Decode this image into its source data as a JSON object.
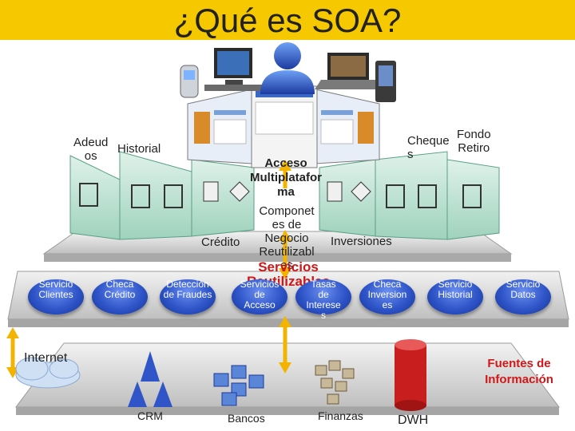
{
  "title": "¿Qué es SOA?",
  "top_labels": {
    "adeudos": "Adeud\nos",
    "historial": "Historial",
    "cheques": "Cheque\ns",
    "fondo_retiro": "Fondo\nRetiro",
    "acceso_multiplataforma": "Acceso\nMultiplatafor\nma",
    "componentes": "Componet\nes de\nNegocio\nReutilizabl\nes",
    "credito": "Crédito",
    "inversiones": "Inversiones"
  },
  "servicios_reutilizables": "Servicios\nReutilizables",
  "services": [
    "Servicio\nClientes",
    "Checa\nCrédito",
    "Detección\nde Fraudes",
    "Servicios\nde\nAcceso",
    "Tasas\nde\nInterese\ns",
    "Checa\nInversion\nes",
    "Servicio\nHistorial",
    "Servicio\nDatos"
  ],
  "internet": "Internet",
  "fuentes": "Fuentes de\nInformación",
  "sources": [
    "CRM",
    "Bancos",
    "Finanzas",
    "DWH"
  ],
  "colors": {
    "title_bar": "#f5c800",
    "service": "#2f55c8",
    "accent_red": "#d01818",
    "platform": "#d6d6d6"
  },
  "icons": [
    "user-icon",
    "desktop-computer-icon",
    "laptop-icon",
    "pda-icon",
    "mobile-phone-icon",
    "cloud-icon",
    "database-icon"
  ]
}
